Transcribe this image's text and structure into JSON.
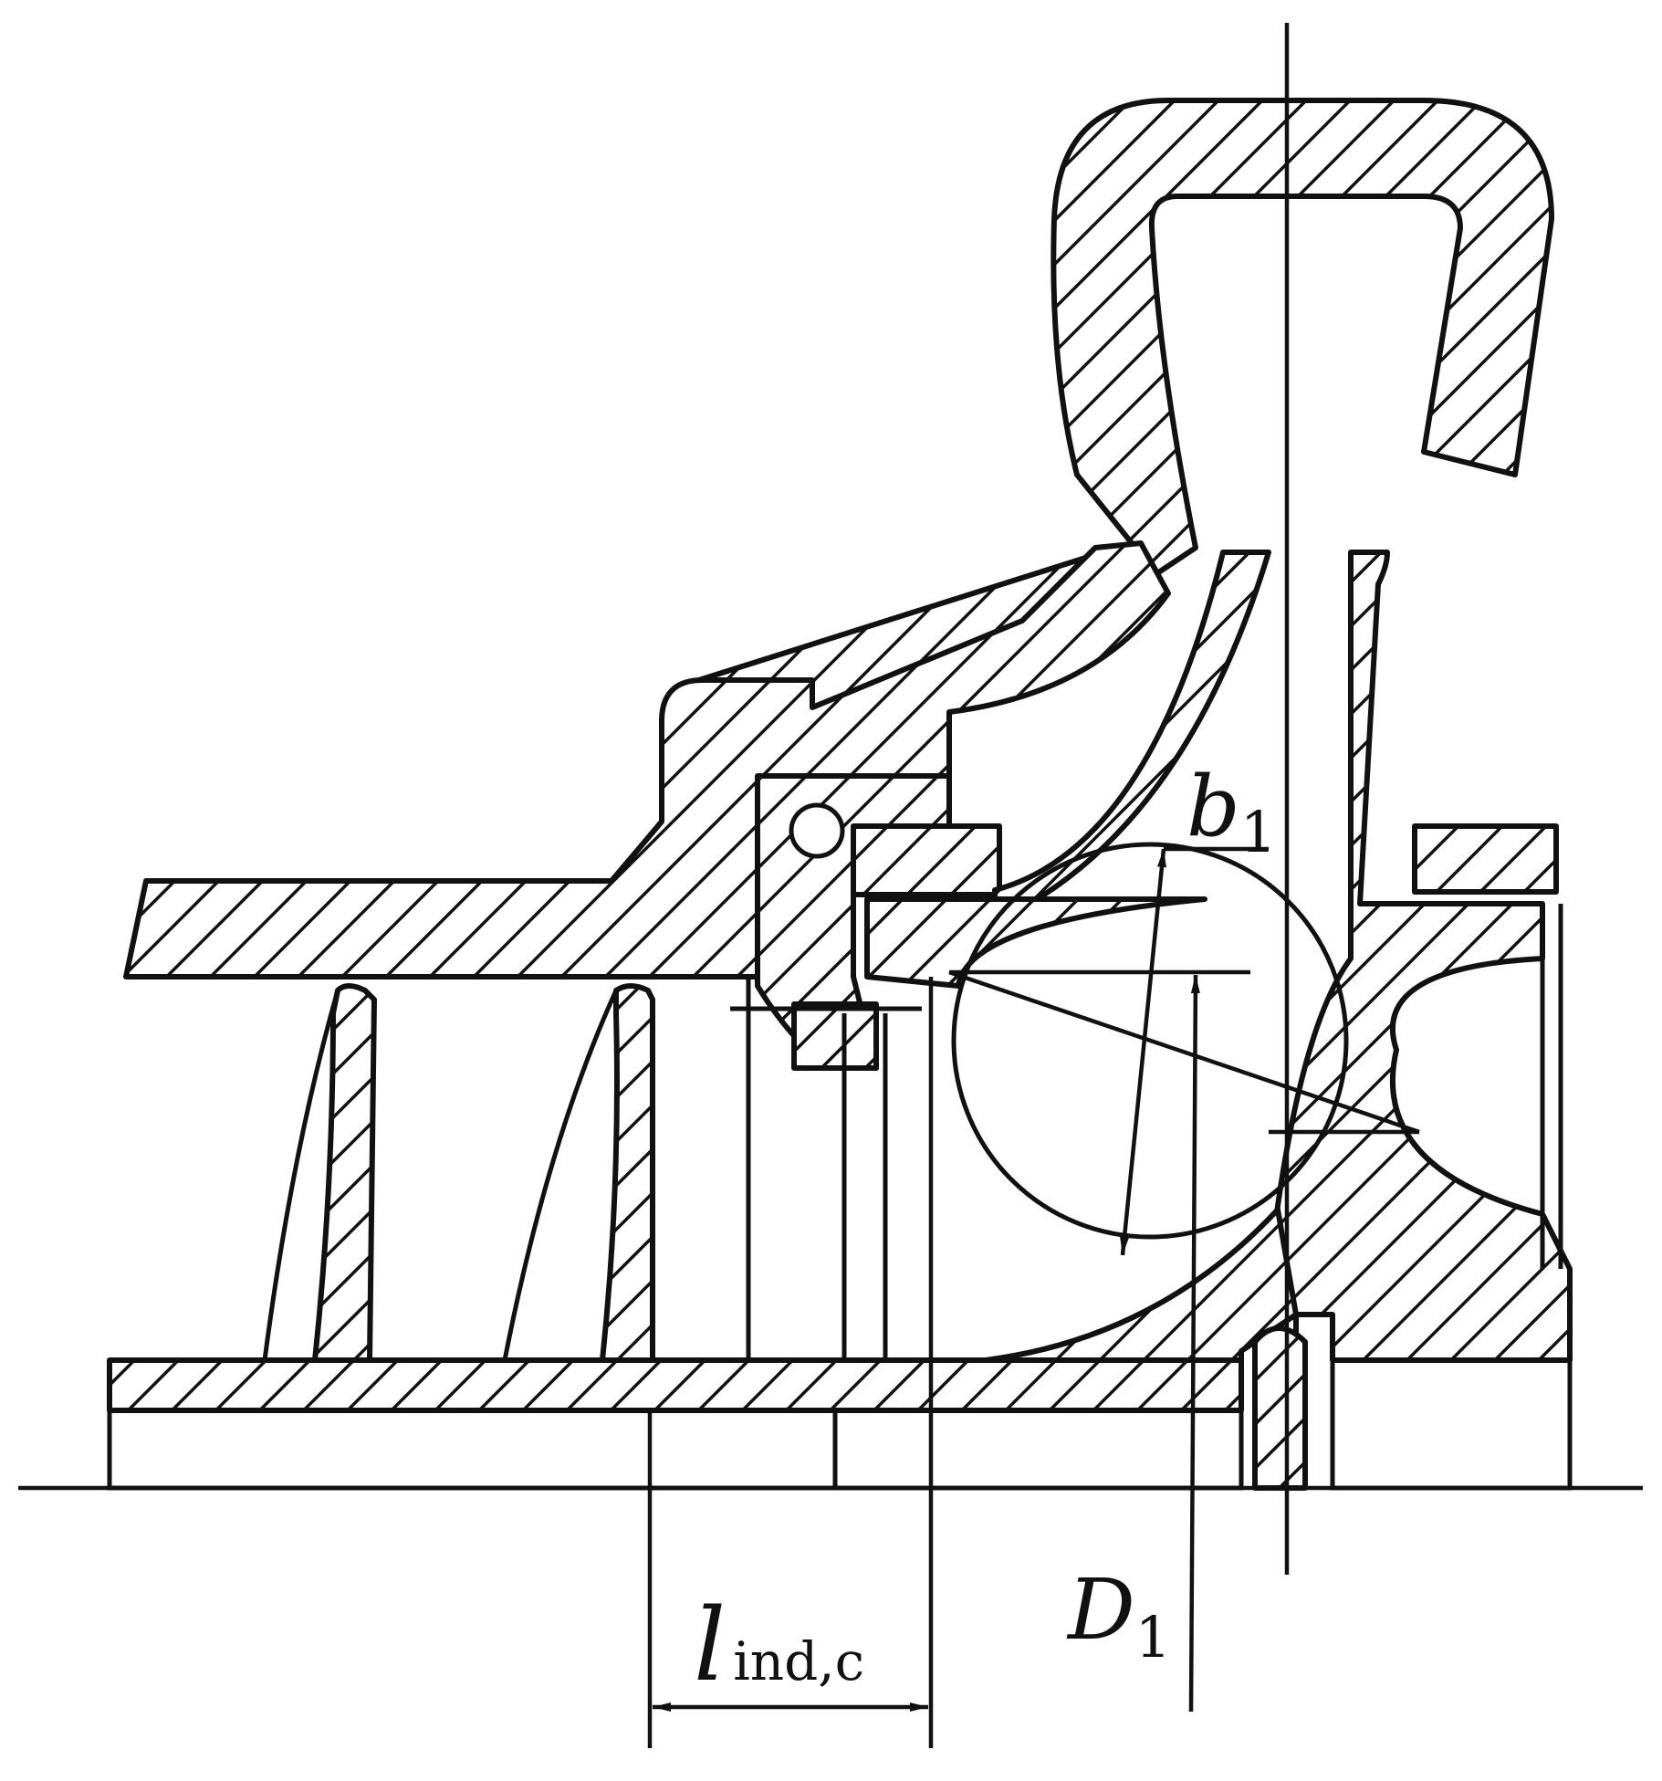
{
  "labels": {
    "b1": {
      "main": "b",
      "sub": "1"
    },
    "D1": {
      "main": "D",
      "sub": "1"
    },
    "lind": {
      "main": "l",
      "sub": "ind,c"
    }
  },
  "colors": {
    "line": "#111111",
    "background": "#ffffff"
  }
}
